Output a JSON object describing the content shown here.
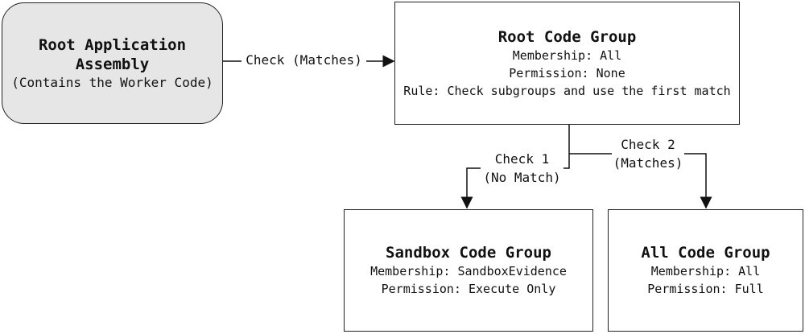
{
  "nodes": {
    "root_assembly": {
      "title_line1": "Root Application",
      "title_line2": "Assembly",
      "subtitle": "(Contains the Worker Code)"
    },
    "root_group": {
      "title": "Root Code Group",
      "membership": "Membership: All",
      "permission": "Permission: None",
      "rule": "Rule: Check subgroups and use the first match"
    },
    "sandbox_group": {
      "title": "Sandbox Code Group",
      "membership": "Membership: SandboxEvidence",
      "permission": "Permission: Execute Only"
    },
    "all_group": {
      "title": "All Code Group",
      "membership": "Membership: All",
      "permission": "Permission: Full"
    }
  },
  "edges": {
    "assembly_to_root": "Check (Matches)",
    "check1_line1": "Check 1",
    "check1_line2": "(No Match)",
    "check2_line1": "Check 2",
    "check2_line2": "(Matches)"
  }
}
